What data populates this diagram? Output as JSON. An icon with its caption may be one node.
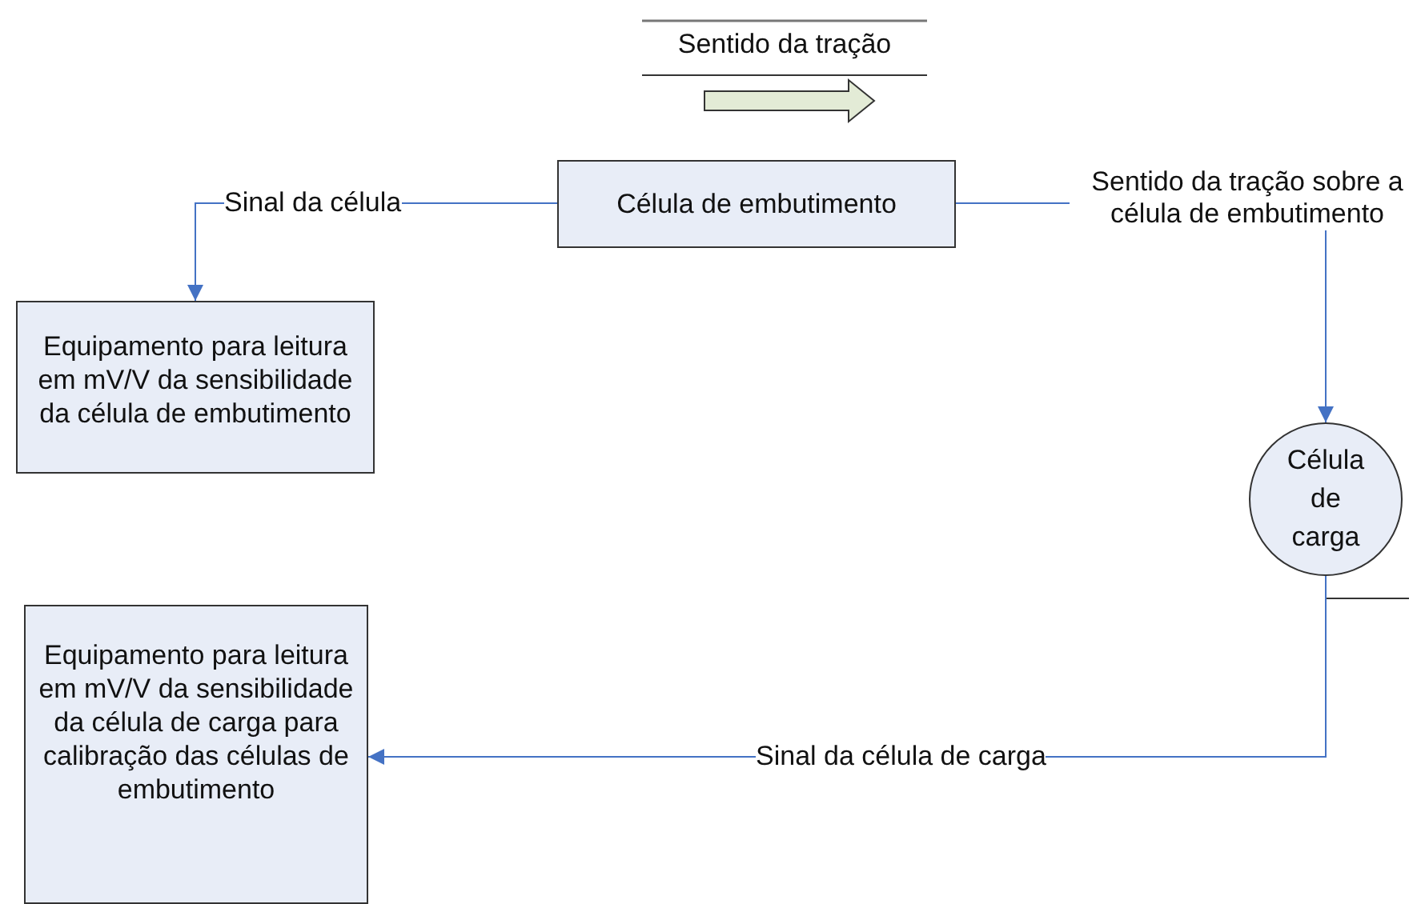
{
  "diagram": {
    "nodes": [
      {
        "text": [
          "Célula de  embutimento"
        ]
      },
      {
        "text": [
          "Equipamento para leitura em mV/V da sensibilidade da célula de embutimento"
        ]
      },
      {
        "text": [
          "Célula de carga"
        ]
      },
      {
        "text": [
          "Equipamento para leitura em mV/V da sensibilidade da célula de carga para calibração das células de embutimento"
        ]
      }
    ],
    "edges": [
      {
        "from": 0,
        "to": 1,
        "arrow": "to",
        "label": "Sinal da célula"
      },
      {
        "from": 0,
        "to": 2,
        "arrow": "to",
        "label": "Sentido da tração sobre a célula de embutimento"
      },
      {
        "from": 2,
        "to": 3,
        "arrow": "to",
        "label": "Sinal da célula de carga"
      }
    ],
    "labels": [
      "Sentido da tração"
    ]
  }
}
